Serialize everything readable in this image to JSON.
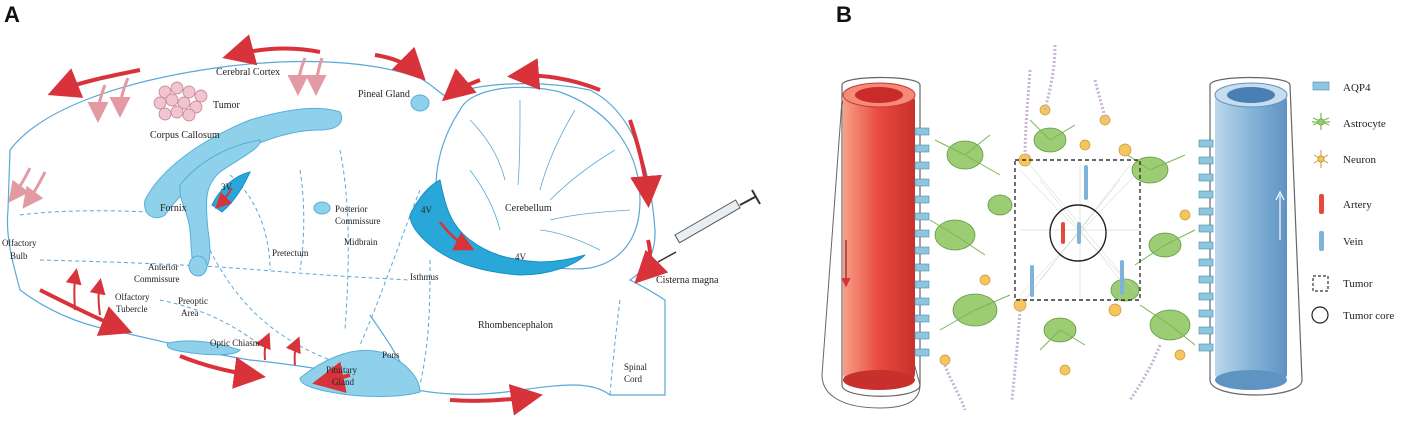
{
  "panel_a": {
    "letter": "A",
    "labels": {
      "cerebral_cortex": "Cerebral Cortex",
      "tumor": "Tumor",
      "corpus_callosum": "Corpus Callosum",
      "pineal_gland": "Pineal Gland",
      "olfactory_bulb_1": "Olfactory",
      "olfactory_bulb_2": "Bulb",
      "fornix": "Fornix",
      "third_ventricle": "3V",
      "posterior_commissure_1": "Posterior",
      "posterior_commissure_2": "Commissure",
      "pretectum": "Pretectum",
      "midbrain": "Midbrain",
      "anterior_commissure_1": "Anterior",
      "anterior_commissure_2": "Commissure",
      "fourth_ventricle": "4V",
      "fourth_ventricle_lower": "4V",
      "cerebellum": "Cerebellum",
      "isthmus": "Isthmus",
      "cisterna_magna": "Cisterna magna",
      "olfactory_tubercle_1": "Olfactory",
      "olfactory_tubercle_2": "Tubercle",
      "preoptic_area_1": "Preoptic",
      "preoptic_area_2": "Area",
      "rhombencephalon": "Rhombencephalon",
      "optic_chiasm": "Optic Chiasm",
      "pituitary_gland_1": "Pituitary",
      "pituitary_gland_2": "Gland",
      "pons": "Pons",
      "spinal_cord_1": "Spinal",
      "spinal_cord_2": "Cord"
    }
  },
  "panel_b": {
    "letter": "B",
    "legend": [
      {
        "label": "AQP4",
        "icon": "aqp4-icon"
      },
      {
        "label": "Astrocyte",
        "icon": "astrocyte-icon"
      },
      {
        "label": "Neuron",
        "icon": "neuron-icon"
      },
      {
        "label": "Artery",
        "icon": "artery-icon"
      },
      {
        "label": "Vein",
        "icon": "vein-icon"
      },
      {
        "label": "Tumor",
        "icon": "dashed-square-icon"
      },
      {
        "label": "Tumor core",
        "icon": "circle-icon"
      }
    ],
    "colors": {
      "artery": "#e8473c",
      "vein": "#7fb2d8",
      "astrocyte": "#8cc063",
      "neuron": "#f2c15a",
      "aqp4": "#8ec7dd"
    }
  }
}
